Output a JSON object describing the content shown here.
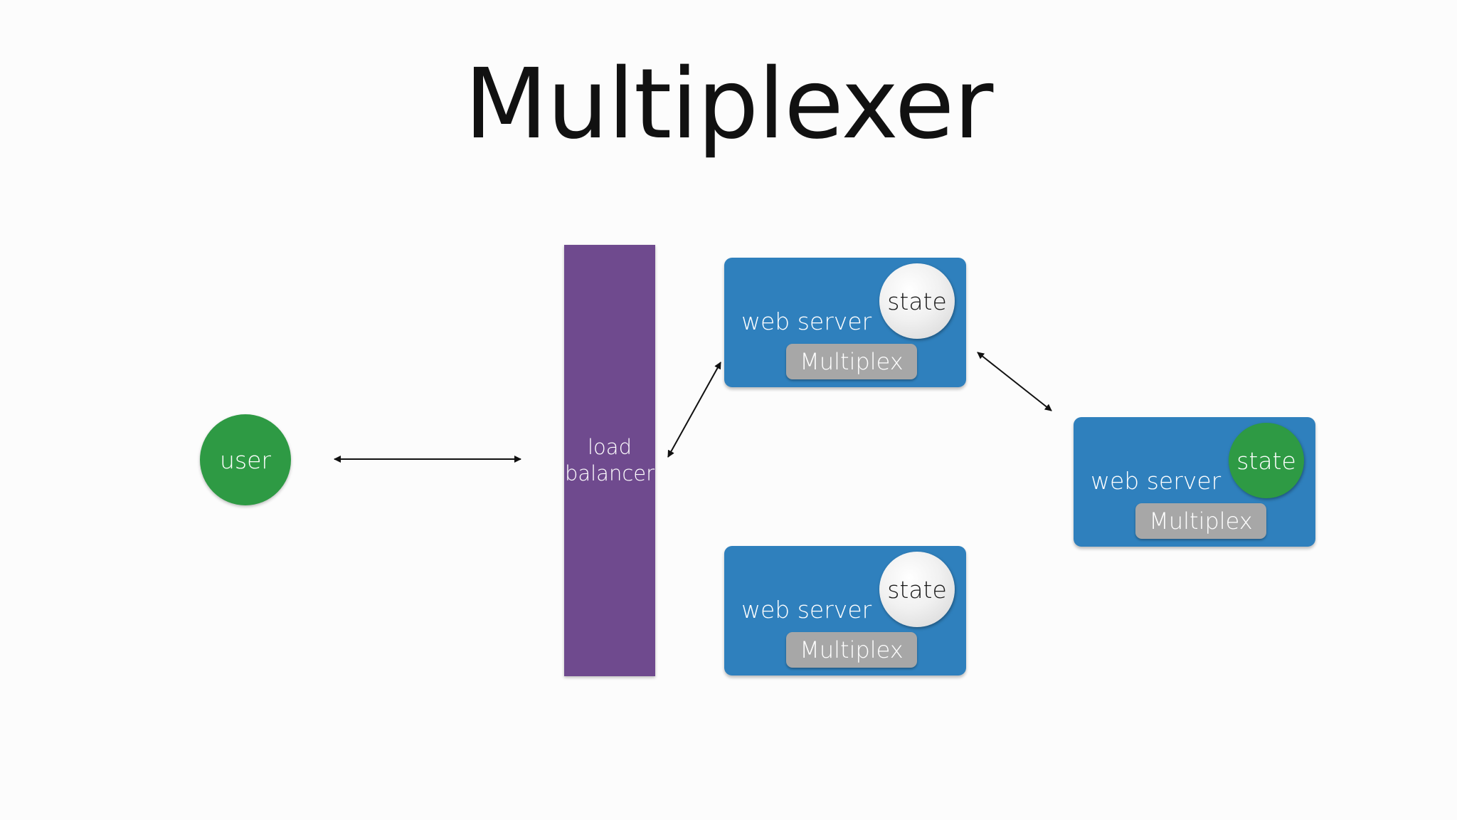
{
  "title": "Multiplexer",
  "colors": {
    "user": "#2e9a44",
    "load_balancer": "#6f4a8e",
    "server": "#2f80bd",
    "multiplex": "#a7a7a7",
    "state_active": "#2e9a44",
    "connector": "#111111"
  },
  "nodes": {
    "user": {
      "label": "user"
    },
    "load_balancer": {
      "label": "load\nbalancer"
    },
    "servers": [
      {
        "label": "web server",
        "state": "state",
        "state_active": false,
        "multiplex": "Multiplex"
      },
      {
        "label": "web server",
        "state": "state",
        "state_active": false,
        "multiplex": "Multiplex"
      },
      {
        "label": "web server",
        "state": "state",
        "state_active": true,
        "multiplex": "Multiplex"
      }
    ]
  },
  "edges": [
    {
      "from": "user",
      "to": "load_balancer",
      "direction": "both"
    },
    {
      "from": "load_balancer",
      "to": "web-server-1",
      "direction": "both"
    },
    {
      "from": "web-server-1",
      "to": "web-server-3",
      "direction": "both"
    }
  ]
}
